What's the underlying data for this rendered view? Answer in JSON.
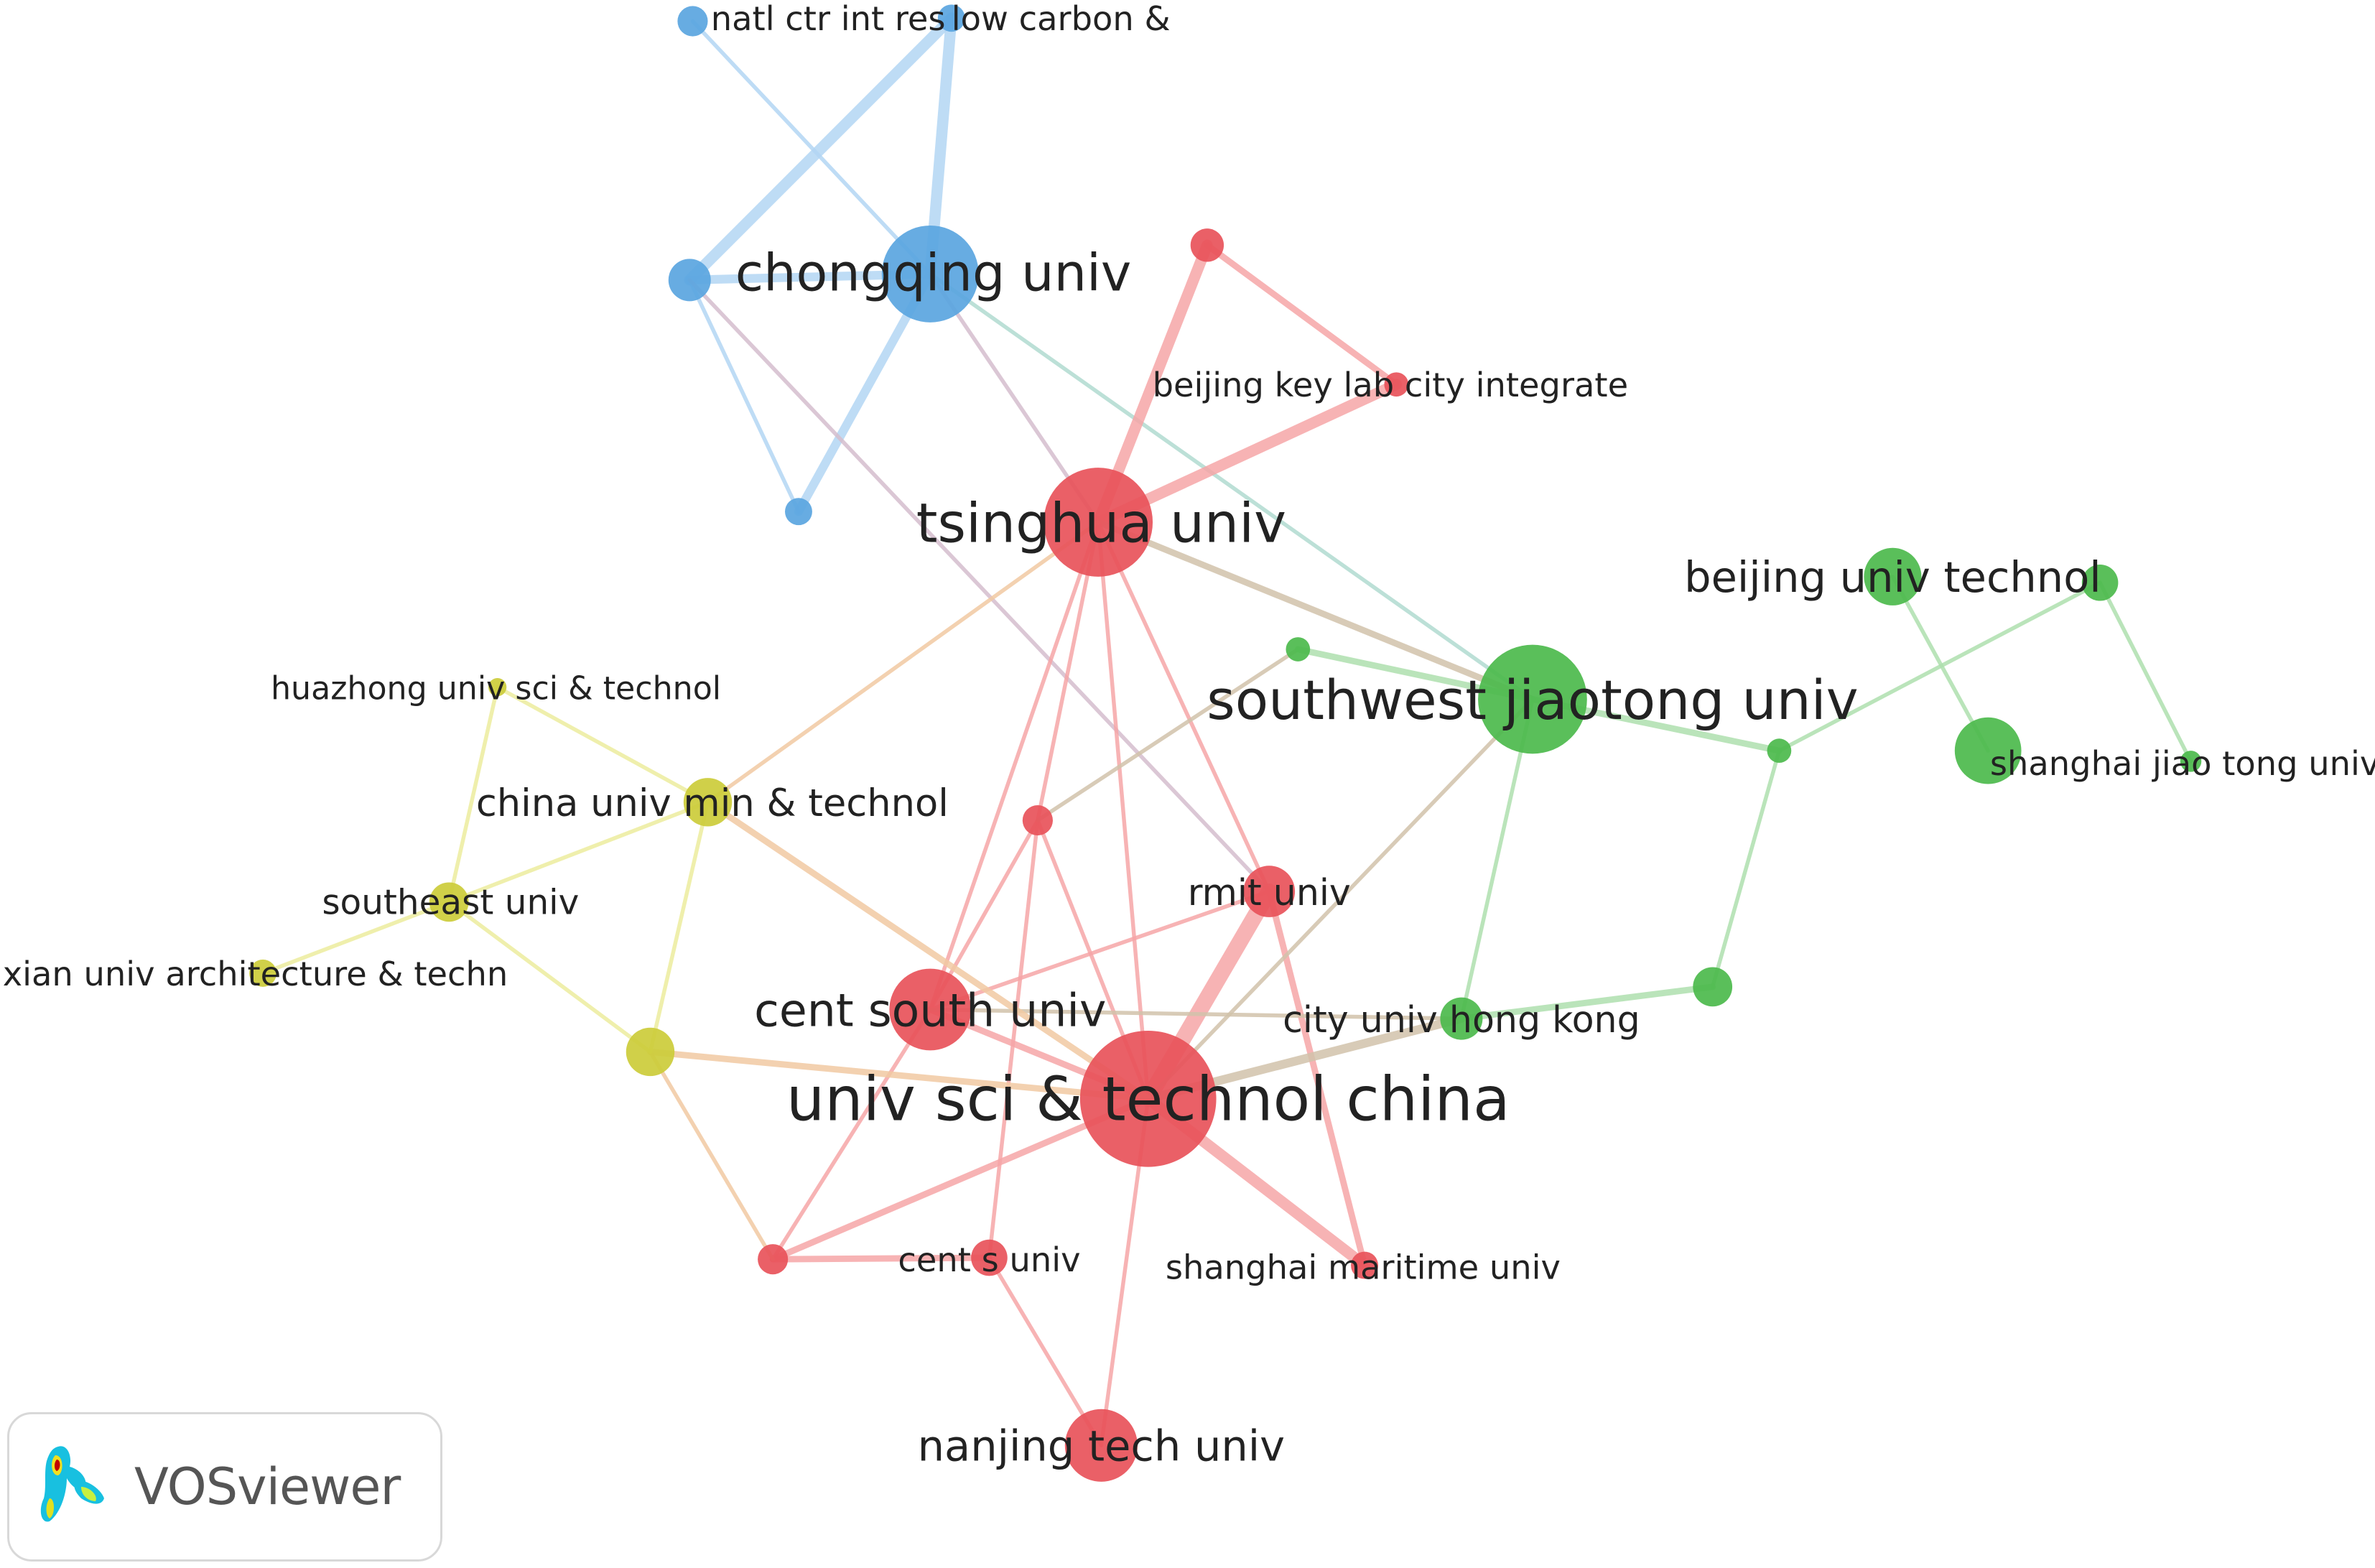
{
  "app": "VOSviewer",
  "clusters": {
    "blue": {
      "node": "#5aa5df",
      "edge": "#b3d6f4"
    },
    "red": {
      "node": "#e8525a",
      "edge": "#f6a6a8"
    },
    "green": {
      "node": "#4cba4c",
      "edge": "#aee0ae"
    },
    "yellow": {
      "node": "#cccc3a",
      "edge": "#eded9e"
    }
  },
  "nodes": [
    {
      "id": "b1",
      "label": "natl ctr int res",
      "cluster": "blue"
    },
    {
      "id": "b2",
      "label": "low carbon &",
      "cluster": "blue"
    },
    {
      "id": "b3",
      "label": "",
      "cluster": "blue"
    },
    {
      "id": "b4",
      "label": "chongqing univ",
      "cluster": "blue"
    },
    {
      "id": "b5",
      "label": "",
      "cluster": "blue"
    },
    {
      "id": "r1",
      "label": "",
      "cluster": "red"
    },
    {
      "id": "r2",
      "label": "beijing key lab city integrate",
      "cluster": "red"
    },
    {
      "id": "r3",
      "label": "tsinghua univ",
      "cluster": "red"
    },
    {
      "id": "r4",
      "label": "",
      "cluster": "red"
    },
    {
      "id": "r5",
      "label": "rmit univ",
      "cluster": "red"
    },
    {
      "id": "r6",
      "label": "cent south univ",
      "cluster": "red"
    },
    {
      "id": "r7",
      "label": "univ sci & technol china",
      "cluster": "red"
    },
    {
      "id": "r8",
      "label": "",
      "cluster": "red"
    },
    {
      "id": "r9",
      "label": "cent s univ",
      "cluster": "red"
    },
    {
      "id": "r10",
      "label": "shanghai maritime univ",
      "cluster": "red"
    },
    {
      "id": "r11",
      "label": "nanjing tech univ",
      "cluster": "red"
    },
    {
      "id": "g1",
      "label": "",
      "cluster": "green"
    },
    {
      "id": "g2",
      "label": "southwest jiaotong univ",
      "cluster": "green"
    },
    {
      "id": "g3",
      "label": "beijing univ technol",
      "cluster": "green"
    },
    {
      "id": "g4",
      "label": "",
      "cluster": "green"
    },
    {
      "id": "g5",
      "label": "",
      "cluster": "green"
    },
    {
      "id": "g6",
      "label": "shanghai jiao tong univ",
      "cluster": "green"
    },
    {
      "id": "g7",
      "label": "",
      "cluster": "green"
    },
    {
      "id": "g8",
      "label": "city univ hong kong",
      "cluster": "green"
    },
    {
      "id": "g9",
      "label": "",
      "cluster": "green"
    },
    {
      "id": "y1",
      "label": "huazhong univ sci & technol",
      "cluster": "yellow"
    },
    {
      "id": "y2",
      "label": "china univ min & technol",
      "cluster": "yellow"
    },
    {
      "id": "y3",
      "label": "southeast univ",
      "cluster": "yellow"
    },
    {
      "id": "y4",
      "label": "xian univ architecture & techn",
      "cluster": "yellow"
    },
    {
      "id": "y5",
      "label": "",
      "cluster": "yellow"
    }
  ],
  "edges": [
    [
      "b1",
      "b4",
      1
    ],
    [
      "b2",
      "b3",
      4
    ],
    [
      "b2",
      "b4",
      4
    ],
    [
      "b3",
      "b4",
      3
    ],
    [
      "b4",
      "b5",
      3
    ],
    [
      "b3",
      "b5",
      1
    ],
    [
      "b3",
      "r5",
      1
    ],
    [
      "b4",
      "r3",
      1
    ],
    [
      "b4",
      "g2",
      1
    ],
    [
      "r1",
      "r3",
      4
    ],
    [
      "r1",
      "r2",
      2
    ],
    [
      "r3",
      "r2",
      4
    ],
    [
      "r3",
      "g2",
      2
    ],
    [
      "r3",
      "r4",
      1
    ],
    [
      "r3",
      "r6",
      1
    ],
    [
      "r3",
      "r7",
      1
    ],
    [
      "r3",
      "r5",
      1
    ],
    [
      "r3",
      "y2",
      1
    ],
    [
      "r4",
      "r6",
      1
    ],
    [
      "r4",
      "r9",
      1
    ],
    [
      "r4",
      "r7",
      1
    ],
    [
      "r4",
      "g1",
      1
    ],
    [
      "r5",
      "r7",
      6
    ],
    [
      "r5",
      "r10",
      2
    ],
    [
      "r5",
      "r6",
      1
    ],
    [
      "r6",
      "r7",
      2
    ],
    [
      "r6",
      "r8",
      1
    ],
    [
      "r7",
      "r10",
      4
    ],
    [
      "r7",
      "r8",
      2
    ],
    [
      "r7",
      "r11",
      1
    ],
    [
      "r7",
      "g8",
      3
    ],
    [
      "r7",
      "g2",
      1
    ],
    [
      "r6",
      "g8",
      1
    ],
    [
      "r8",
      "r9",
      2
    ],
    [
      "r9",
      "r11",
      1
    ],
    [
      "r8",
      "y5",
      1
    ],
    [
      "y5",
      "r7",
      2
    ],
    [
      "y2",
      "r7",
      2
    ],
    [
      "y2",
      "y3",
      1
    ],
    [
      "y2",
      "y5",
      1
    ],
    [
      "y1",
      "y3",
      1
    ],
    [
      "y1",
      "y2",
      1
    ],
    [
      "y3",
      "y4",
      1
    ],
    [
      "y3",
      "y5",
      1
    ],
    [
      "g1",
      "g2",
      2
    ],
    [
      "g2",
      "g5",
      2
    ],
    [
      "g5",
      "g4",
      1
    ],
    [
      "g3",
      "g6",
      1
    ],
    [
      "g4",
      "g7",
      1
    ],
    [
      "g2",
      "g8",
      1
    ],
    [
      "g5",
      "g9",
      1
    ],
    [
      "g8",
      "g9",
      2
    ]
  ]
}
